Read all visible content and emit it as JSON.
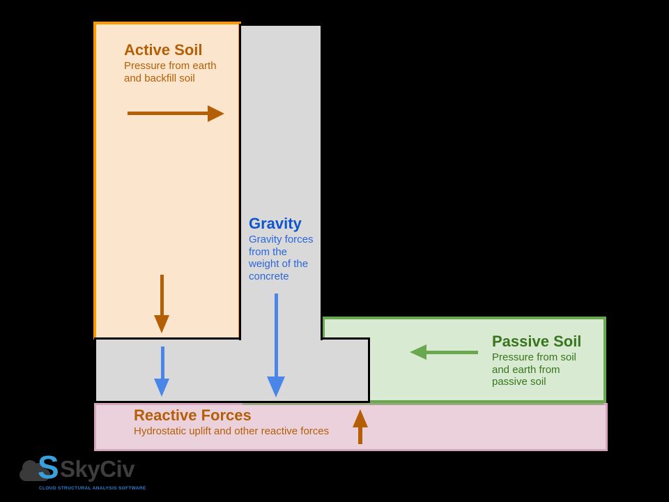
{
  "diagram": {
    "active_soil": {
      "title": "Active Soil",
      "lines": [
        "Pressure from earth",
        "and backfill soil"
      ]
    },
    "gravity": {
      "title": "Gravity",
      "lines": [
        "Gravity forces",
        "from the",
        "weight of the",
        "concrete"
      ]
    },
    "passive_soil": {
      "title": "Passive Soil",
      "lines": [
        "Pressure from soil",
        "and earth from",
        "passive soil"
      ]
    },
    "reactive_forces": {
      "title": "Reactive Forces",
      "lines": [
        "Hydrostatic uplift and other reactive forces"
      ]
    },
    "arrows": {
      "active_soil_push": {
        "direction": "right",
        "color": "#b45f06"
      },
      "active_soil_weight": {
        "direction": "down",
        "color": "#b45f06"
      },
      "gravity_stem": {
        "direction": "down",
        "color": "#4a86e8"
      },
      "gravity_heel": {
        "direction": "down",
        "color": "#4a86e8"
      },
      "passive_soil_push": {
        "direction": "left",
        "color": "#6aa84f"
      },
      "reactive_uplift": {
        "direction": "up",
        "color": "#b45f06"
      }
    },
    "colors": {
      "background": "#000000",
      "active_fill": "#fce5cd",
      "active_border": "#ff9900",
      "active_text": "#b45f06",
      "concrete_fill": "#d9d9d9",
      "concrete_outline": "#000000",
      "gravity_title": "#1155cc",
      "gravity_body": "#2b66d9",
      "gravity_arrow": "#4a86e8",
      "passive_fill": "#d9ead3",
      "passive_border": "#6aa84f",
      "passive_text": "#38761d",
      "reactive_fill": "#ead1dc",
      "reactive_border": "#d5a6bd",
      "reactive_text": "#b45f06"
    }
  },
  "logo": {
    "mark": "S",
    "brand": "SkyCiv",
    "tagline": "CLOUD STRUCTURAL ANALYSIS SOFTWARE"
  }
}
